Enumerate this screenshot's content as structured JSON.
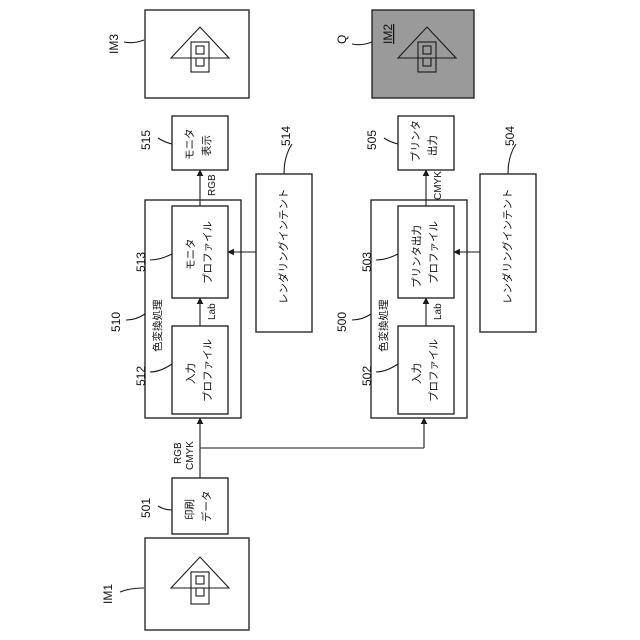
{
  "image_labels": {
    "im1": "IM1",
    "im3": "IM3",
    "im2": "IM2",
    "q": "Q"
  },
  "nodes": {
    "n501": {
      "ref": "501",
      "line1": "印刷",
      "line2": "データ"
    },
    "n510": {
      "ref": "510",
      "title": "色変換処理"
    },
    "n512": {
      "ref": "512",
      "line1": "入力",
      "line2": "プロファイル"
    },
    "n513": {
      "ref": "513",
      "line1": "モニタ",
      "line2": "プロファイル"
    },
    "n514": {
      "ref": "514",
      "text": "レンダリングインテント"
    },
    "n515": {
      "ref": "515",
      "line1": "モニタ",
      "line2": "表示"
    },
    "n500": {
      "ref": "500",
      "title": "色変換処理"
    },
    "n502": {
      "ref": "502",
      "line1": "入力",
      "line2": "プロファイル"
    },
    "n503": {
      "ref": "503",
      "line1": "プリンタ出力",
      "line2": "プロファイル"
    },
    "n504": {
      "ref": "504",
      "text": "レンダリングインテント"
    },
    "n505": {
      "ref": "505",
      "line1": "プリンタ",
      "line2": "出力"
    }
  },
  "edge_labels": {
    "rgb_in": "RGB",
    "cmyk_in": "CMYK",
    "lab_top": "Lab",
    "lab_bottom": "Lab",
    "rgb_out": "RGB",
    "cmyk_out": "CMYK"
  }
}
